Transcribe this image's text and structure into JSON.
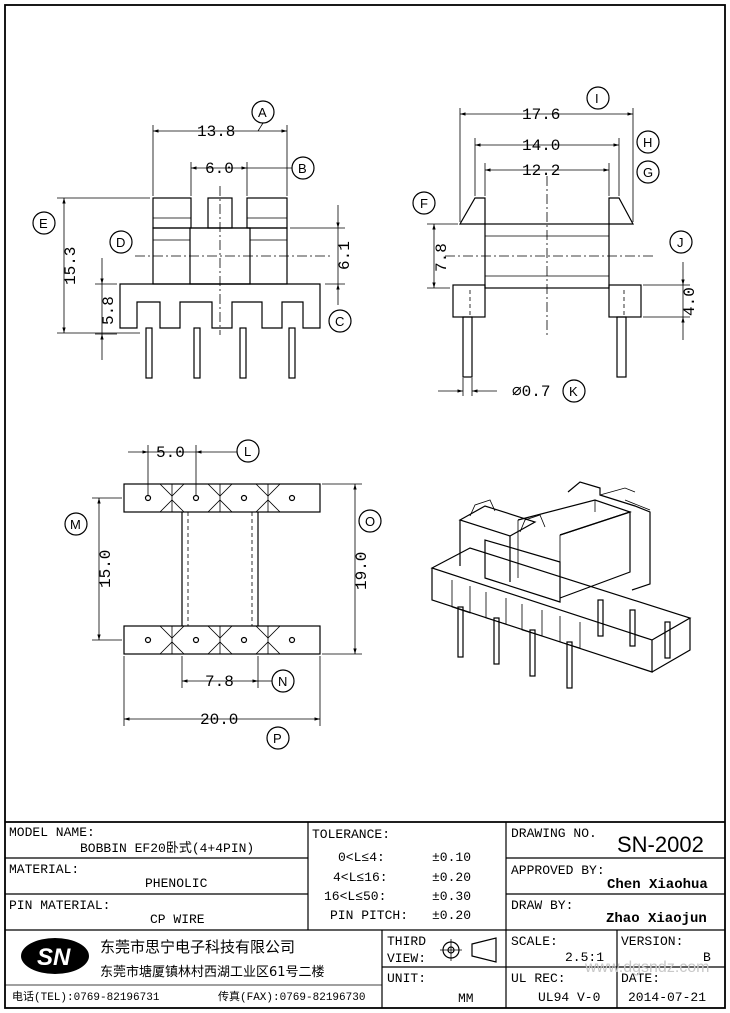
{
  "dimensions": {
    "A": {
      "letter": "A",
      "value": "13.8"
    },
    "B": {
      "letter": "B",
      "value": "6.0"
    },
    "C": {
      "letter": "C",
      "value": "6.1"
    },
    "D": {
      "letter": "D",
      "value": "5.8"
    },
    "E": {
      "letter": "E",
      "value": "15.3"
    },
    "F": {
      "letter": "F",
      "value": "7.8"
    },
    "G": {
      "letter": "G",
      "value": "12.2"
    },
    "H": {
      "letter": "H",
      "value": "14.0"
    },
    "I": {
      "letter": "I",
      "value": "17.6"
    },
    "J": {
      "letter": "J",
      "value": "4.0"
    },
    "K": {
      "letter": "K",
      "value": "⌀0.7"
    },
    "L": {
      "letter": "L",
      "value": "5.0"
    },
    "M": {
      "letter": "M",
      "value": "15.0"
    },
    "N": {
      "letter": "N",
      "value": "7.8"
    },
    "O": {
      "letter": "O",
      "value": "19.0"
    },
    "P": {
      "letter": "P",
      "value": "20.0"
    }
  },
  "title_block": {
    "model_name_label": "MODEL NAME:",
    "model_name": "BOBBIN EF20卧式(4+4PIN)",
    "material_label": "MATERIAL:",
    "material": "PHENOLIC",
    "pin_material_label": "PIN MATERIAL:",
    "pin_material": "CP WIRE",
    "tolerance_label": "TOLERANCE:",
    "tolerances": [
      {
        "range": "0<L≤4:",
        "value": "±0.10"
      },
      {
        "range": "4<L≤16:",
        "value": "±0.20"
      },
      {
        "range": "16<L≤50:",
        "value": "±0.30"
      },
      {
        "range": "PIN PITCH:",
        "value": "±0.20"
      }
    ],
    "drawing_no_label": "DRAWING NO.",
    "drawing_no": "SN-2002",
    "approved_by_label": "APPROVED BY:",
    "approved_by": "Chen Xiaohua",
    "draw_by_label": "DRAW BY:",
    "draw_by": "Zhao Xiaojun",
    "third_view_label_1": "THIRD",
    "third_view_label_2": "VIEW:",
    "unit_label": "UNIT:",
    "unit": "MM",
    "scale_label": "SCALE:",
    "scale": "2.5:1",
    "version_label": "VERSION:",
    "version": "B",
    "ul_rec_label": "UL REC:",
    "ul_rec": "UL94 V-0",
    "date_label": "DATE:",
    "date": "2014-07-21",
    "logo_text": "SN",
    "company_name": "东莞市思宁电子科技有限公司",
    "company_address": "东莞市塘厦镇林村西湖工业区61号二楼",
    "tel": "电话(TEL):0769-82196731",
    "fax": "传真(FAX):0769-82196730",
    "watermark": "www.dgsndz.com"
  }
}
